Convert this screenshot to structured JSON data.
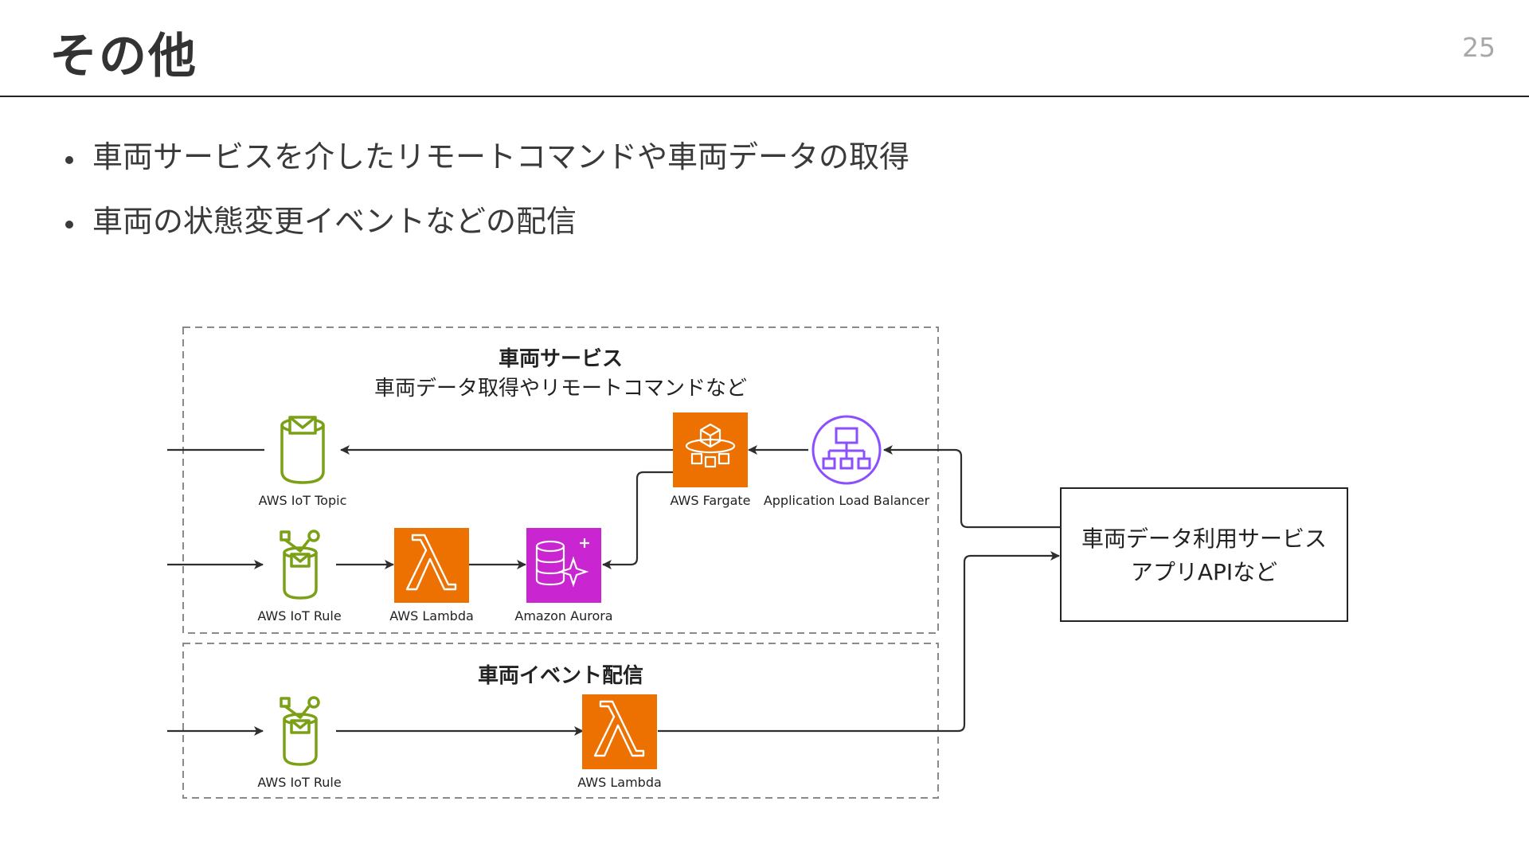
{
  "header": {
    "title": "その他",
    "page_number": "25"
  },
  "bullets": [
    "車両サービスを介したリモートコマンドや車両データの取得",
    "車両の状態変更イベントなどの配信"
  ],
  "diagram": {
    "vehicle_service": {
      "title": "車両サービス",
      "subtitle": "車両データ取得やリモートコマンドなど"
    },
    "event_delivery": {
      "title": "車両イベント配信"
    },
    "consumer": {
      "line1": "車両データ利用サービス",
      "line2": "アプリAPIなど"
    },
    "nodes": {
      "iot_topic": "AWS IoT Topic",
      "fargate": "AWS Fargate",
      "alb": "Application Load Balancer",
      "iot_rule_1": "AWS IoT Rule",
      "lambda_1": "AWS Lambda",
      "aurora": "Amazon Aurora",
      "iot_rule_2": "AWS IoT Rule",
      "lambda_2": "AWS Lambda"
    },
    "colors": {
      "iot_green": "#7aa116",
      "compute_orange": "#ed7100",
      "database_magenta": "#c925d1",
      "networking_purple": "#8c4fff"
    }
  }
}
